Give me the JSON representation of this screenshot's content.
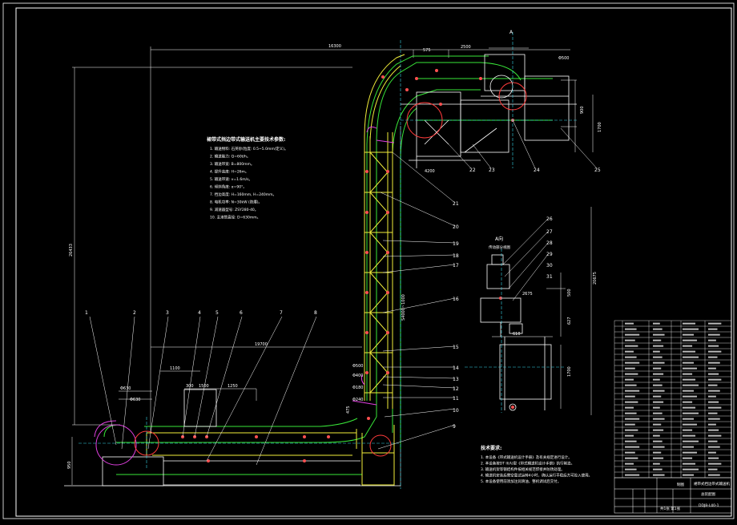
{
  "drawing": {
    "params_title": "裙带式挡边带式输送机主要技术参数:",
    "params": [
      "1. 输送物料: 石英砂(粒度: 0.5~5.0mm/定义)。",
      "2. 输送能力: Q=60t/h。",
      "3. 输送带宽: B=800mm。",
      "4. 提升高度: H=26m。",
      "5. 输送带速: v=1.6m/s。",
      "6. 倾斜角度: α=90°。",
      "7. 挡边高度: H=160mm, H=240mm。",
      "8. 电机功率: N=30kW (防爆)。",
      "9. 减速器型号: ZSY280-40。",
      "10. 主滚筒直径: D=630mm。"
    ],
    "notes_title": "技术要求:",
    "notes": [
      "1. 本设备《带式输送机设计手册》及有关规定进行设计。",
      "2. 本设备按DT II(A)型《带式输送机设计手册》执行制造。",
      "3. 输送机架等钢结构件按相关规范焊接并防锈处理。",
      "4. 输送机安装后需空载试运转4小时，确认运行平稳后方可投入使用。",
      "5. 本设备使用前须加注润滑油，整机调试后交付。"
    ],
    "side_view_title": "A向",
    "side_view_subtitle": "传动部分视图",
    "dims": {
      "top_span": "16300",
      "top_a": "575",
      "top_b": "2500",
      "top_c": "4200",
      "right_a": "900",
      "right_b": "1700",
      "height_total": "26433",
      "mid_span": "19700",
      "vertical_span": "S4000~1000",
      "right_tall": "20675",
      "feed_a": "1100",
      "feed_b": "300",
      "feed_c": "1250",
      "feed_d": "1500",
      "pulley_a": "Φ630",
      "pulley_b": "Φ630",
      "left_h": "950",
      "bend_a": "Φ500",
      "bend_b": "Φ180",
      "bend_c": "Φ240",
      "bend_d": "Φ400",
      "bend_e": "475",
      "motor_a": "2675",
      "motor_b": "500",
      "motor_c": "627",
      "motor_d": "1700",
      "small_a": "610",
      "top_note": "Φ500",
      "view_mark": "A"
    },
    "leaders": [
      "1",
      "2",
      "3",
      "4",
      "5",
      "6",
      "7",
      "8",
      "9",
      "10",
      "11",
      "12",
      "13",
      "14",
      "15",
      "16",
      "17",
      "18",
      "19",
      "20",
      "21",
      "22",
      "23",
      "24",
      "25",
      "26",
      "27",
      "28",
      "29",
      "30",
      "31"
    ]
  },
  "title_block": {
    "company": "制图",
    "drawing_name": "裙带式挡边带式输送机",
    "drawing_sub": "总装配图",
    "drawing_no": "DDJ8-L40-1",
    "sheet": "共1张 第1张"
  },
  "bom_rows": 28
}
